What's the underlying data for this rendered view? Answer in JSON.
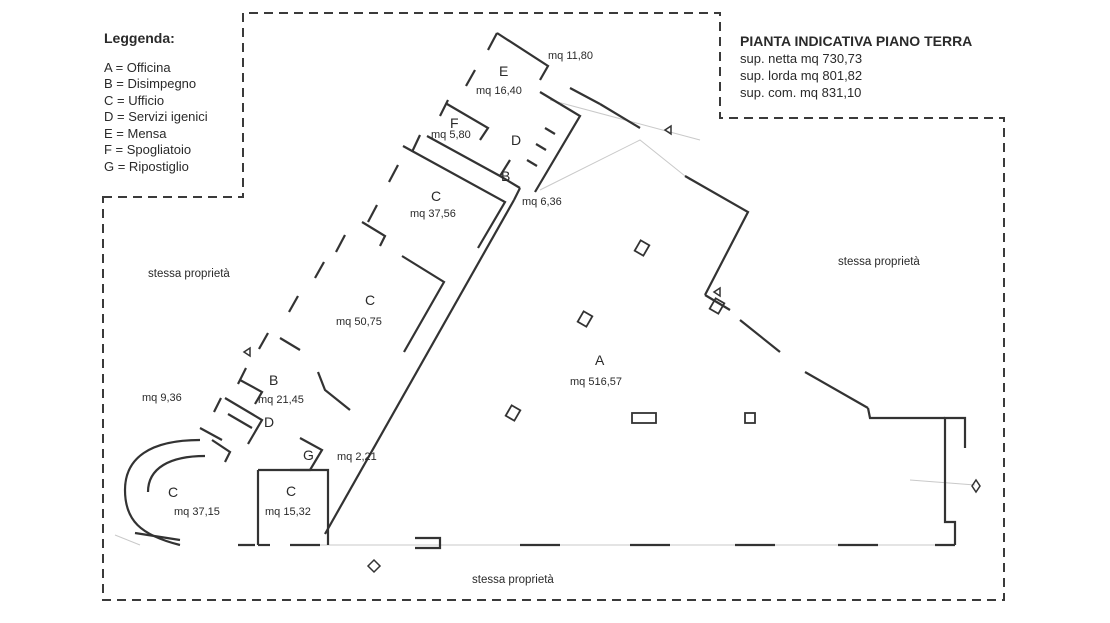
{
  "legend": {
    "title": "Leggenda:",
    "items": [
      "A = Officina",
      "B = Disimpegno",
      "C = Ufficio",
      "D = Servizi igenici",
      "E = Mensa",
      "F = Spogliatoio",
      "G = Ripostiglio"
    ]
  },
  "summary": {
    "title": "PIANTA INDICATIVA PIANO TERRA",
    "lines": [
      "sup. netta mq 730,73",
      "sup. lorda mq 801,82",
      "sup. com. mq 831,10"
    ]
  },
  "neighbor_label": "stessa proprietà",
  "rooms": {
    "E": {
      "letter": "E",
      "area": "mq 16,40"
    },
    "F": {
      "letter": "F",
      "area": "mq 5,80"
    },
    "D_top": {
      "letter": "D",
      "area": "mq 11,80"
    },
    "B_top": {
      "letter": "B",
      "area": "mq 6,36"
    },
    "C_top": {
      "letter": "C",
      "area": "mq 37,56"
    },
    "C_mid": {
      "letter": "C",
      "area": "mq 50,75"
    },
    "A": {
      "letter": "A",
      "area": "mq 516,57"
    },
    "B_low": {
      "letter": "B",
      "area": "mq 21,45"
    },
    "D_low": {
      "letter": "D",
      "area": "mq 9,36"
    },
    "G": {
      "letter": "G",
      "area": "mq 2,21"
    },
    "C_left": {
      "letter": "C",
      "area": "mq 37,15"
    },
    "C_small": {
      "letter": "C",
      "area": "mq 15,32"
    }
  }
}
